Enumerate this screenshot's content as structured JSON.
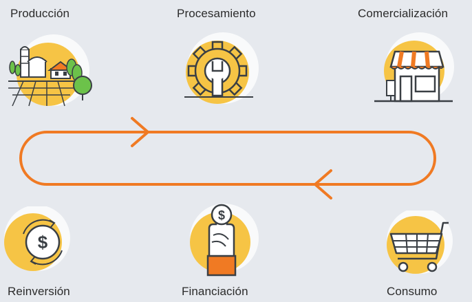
{
  "stages": [
    {
      "id": "produccion",
      "label": "Producción",
      "icon": "farm-icon"
    },
    {
      "id": "procesamiento",
      "label": "Procesamiento",
      "icon": "gear-wrench-icon"
    },
    {
      "id": "comercializacion",
      "label": "Comercialización",
      "icon": "storefront-icon"
    },
    {
      "id": "reinversion",
      "label": "Reinversión",
      "icon": "dollar-cycle-icon"
    },
    {
      "id": "financiacion",
      "label": "Financiación",
      "icon": "hand-coin-icon"
    },
    {
      "id": "consumo",
      "label": "Consumo",
      "icon": "shopping-cart-icon"
    }
  ],
  "colors": {
    "background": "#e6e9ee",
    "accent_orange": "#f07a23",
    "accent_yellow": "#f6c445",
    "icon_stroke": "#3a3f44",
    "tree_green": "#6cc24a"
  }
}
